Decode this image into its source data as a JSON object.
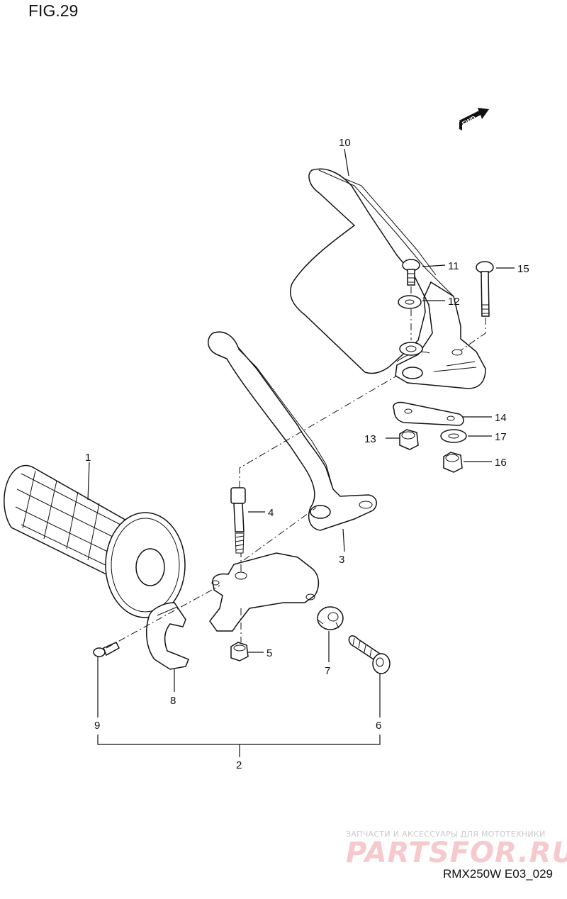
{
  "figure": {
    "title": "FIG.29",
    "ref_code": "RMX250W E03_029",
    "watermark_caption": "ЗАПЧАСТИ И АКСЕССУАРЫ ДЛЯ МОТОТЕХНИКИ",
    "watermark_logo": "PARTSFOR.RU",
    "fwd_label": "FWD"
  },
  "callouts": [
    {
      "id": "1",
      "label": "1"
    },
    {
      "id": "2",
      "label": "2"
    },
    {
      "id": "3",
      "label": "3"
    },
    {
      "id": "4",
      "label": "4"
    },
    {
      "id": "5",
      "label": "5"
    },
    {
      "id": "6",
      "label": "6"
    },
    {
      "id": "7",
      "label": "7"
    },
    {
      "id": "8",
      "label": "8"
    },
    {
      "id": "9",
      "label": "9"
    },
    {
      "id": "10",
      "label": "10"
    },
    {
      "id": "11",
      "label": "11"
    },
    {
      "id": "12",
      "label": "12"
    },
    {
      "id": "13",
      "label": "13"
    },
    {
      "id": "14",
      "label": "14"
    },
    {
      "id": "15",
      "label": "15"
    },
    {
      "id": "16",
      "label": "16"
    },
    {
      "id": "17",
      "label": "17"
    }
  ],
  "colors": {
    "line": "#111111",
    "background": "#ffffff",
    "watermark_text": "#c9c9c9",
    "watermark_logo": "#f6c9cc"
  }
}
